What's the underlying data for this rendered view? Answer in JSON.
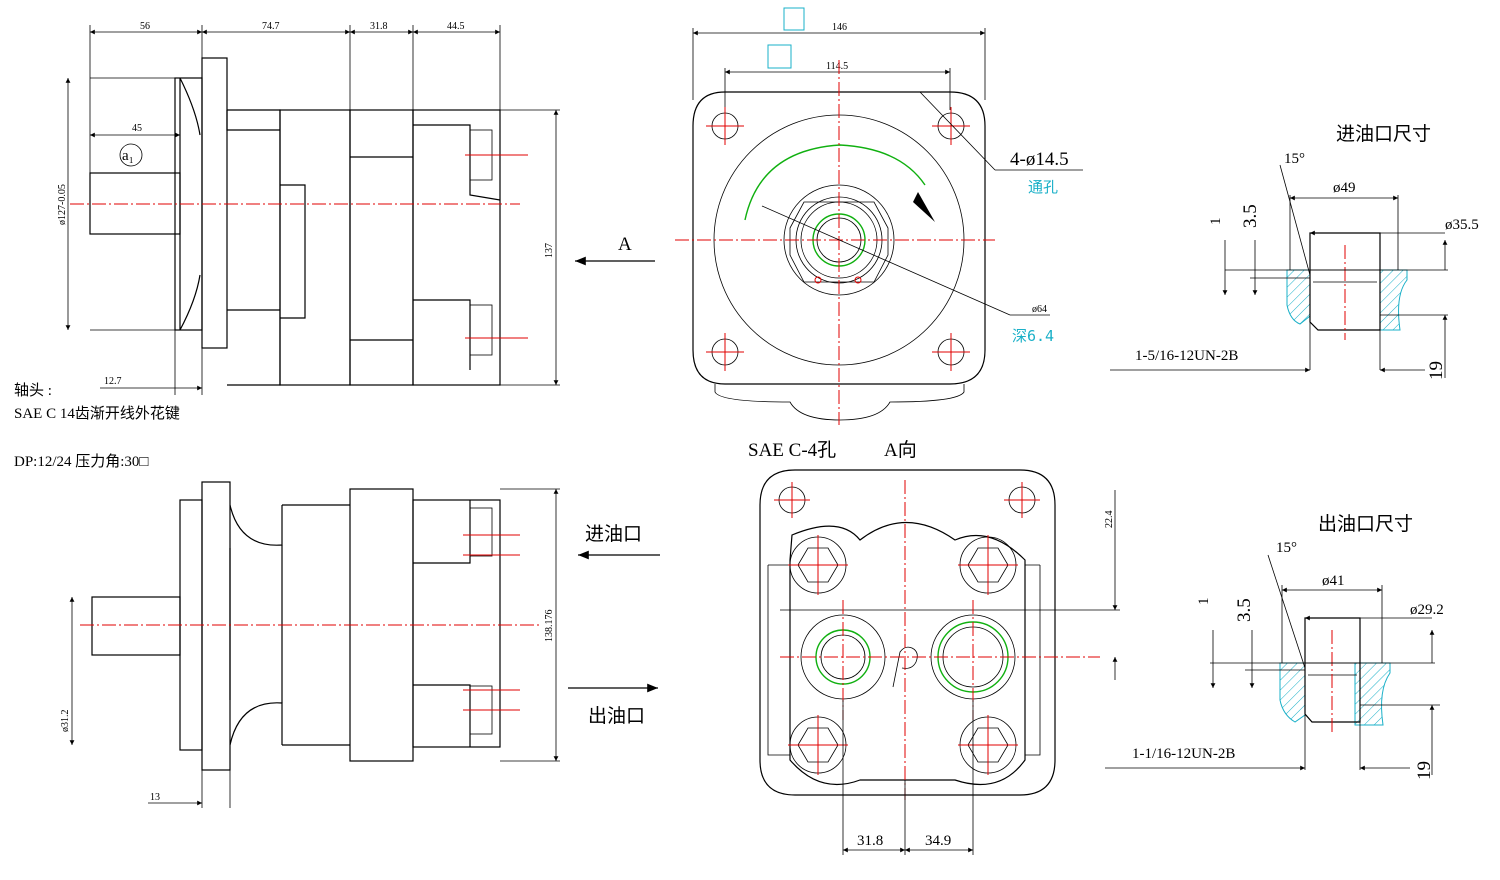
{
  "dims_top": {
    "d56": "56",
    "d74_7": "74.7",
    "d31_8": "31.8",
    "d44_5": "44.5",
    "d45": "45",
    "dia127": "ø127-0.05",
    "d12_7": "12.7",
    "d137": "137"
  },
  "dims_bottom": {
    "d138": "138.176",
    "dia31_2": "ø31.2",
    "d13": "13"
  },
  "front_view": {
    "d146": "146",
    "d114_5": "114.5",
    "holes": "4-ø14.5",
    "through": "通孔",
    "dia64": "ø64",
    "depth": "深6.4",
    "arrow_a": "A"
  },
  "notes": {
    "line1": "轴头  :",
    "line2": "SAE C 14齿渐开线外花键",
    "line3": "DP:12/24 压力角:30□",
    "circle_label": "a₁"
  },
  "ports": {
    "inlet": "进油口",
    "outlet": "出油口"
  },
  "a_view": {
    "title_sae": "SAE C-4孔",
    "title_a": "A向",
    "d22_4": "22.4",
    "d31_8": "31.8",
    "d34_9": "34.9"
  },
  "inlet_detail": {
    "title": "进油口尺寸",
    "angle": "15°",
    "dia49": "ø49",
    "dia35_5": "ø35.5",
    "d1": "1",
    "d3_5": "3.5",
    "thread": "1-5/16-12UN-2B",
    "d19": "19"
  },
  "outlet_detail": {
    "title": "出油口尺寸",
    "angle": "15°",
    "dia41": "ø41",
    "dia29_2": "ø29.2",
    "d1": "1",
    "d3_5": "3.5",
    "thread": "1-1/16-12UN-2B",
    "d19": "19"
  },
  "colors": {
    "line": "#000000",
    "center": "#e00000",
    "seal": "#10b010",
    "section": "#1ab0c8"
  }
}
